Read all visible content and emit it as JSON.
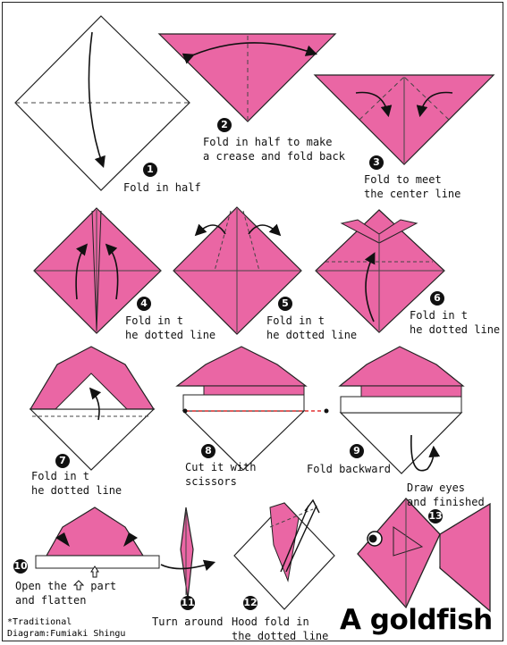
{
  "title": "A goldfish",
  "credit": {
    "line1": "*Traditional",
    "line2": "Diagram:Fumiaki Shingu"
  },
  "colors": {
    "paper_front": "#ea66a4",
    "paper_back": "#ffffff",
    "outline": "#222222",
    "cut_line": "#e23030"
  },
  "steps": [
    {
      "number": "1",
      "text": "Fold in half"
    },
    {
      "number": "2",
      "text": "Fold in half to make\na crease and fold back"
    },
    {
      "number": "3",
      "text": "Fold to meet\nthe center line"
    },
    {
      "number": "4",
      "text": "Fold in t\nhe dotted line"
    },
    {
      "number": "5",
      "text": "Fold in t\nhe dotted line"
    },
    {
      "number": "6",
      "text": "Fold in t\nhe dotted line"
    },
    {
      "number": "7",
      "text": "Fold in t\nhe dotted line"
    },
    {
      "number": "8",
      "text": "Cut it with\nscissors"
    },
    {
      "number": "9",
      "text": "Fold backward"
    },
    {
      "number": "10",
      "text_before_icon": "Open the ",
      "icon": "up-arrow-outline-icon",
      "text_after_icon": " part\nand flatten"
    },
    {
      "number": "11",
      "text": "Turn around"
    },
    {
      "number": "12",
      "text": "Hood fold in\nthe dotted line"
    },
    {
      "number": "13",
      "text": "Draw eyes\nand finished"
    }
  ]
}
